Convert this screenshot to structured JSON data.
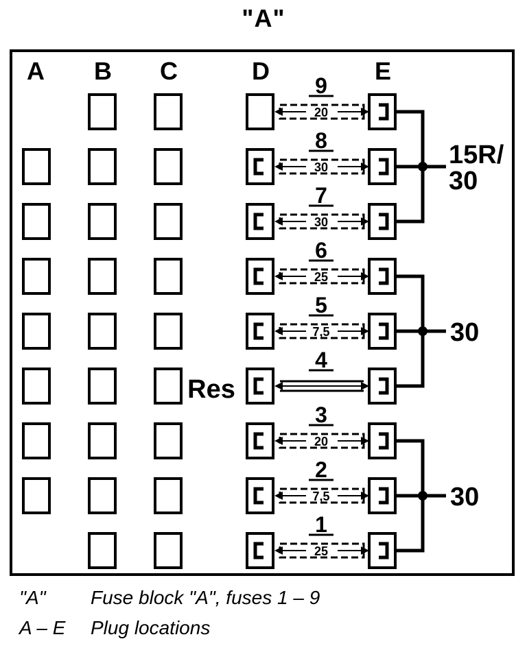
{
  "title": "\"A\"",
  "columns": [
    "A",
    "B",
    "C",
    "D",
    "E"
  ],
  "fuses": [
    {
      "number": "9",
      "rating": "20"
    },
    {
      "number": "8",
      "rating": "30"
    },
    {
      "number": "7",
      "rating": "30"
    },
    {
      "number": "6",
      "rating": "25"
    },
    {
      "number": "5",
      "rating": "7,5"
    },
    {
      "number": "4",
      "rating": ""
    },
    {
      "number": "3",
      "rating": "20"
    },
    {
      "number": "2",
      "rating": "7,5"
    },
    {
      "number": "1",
      "rating": "25"
    }
  ],
  "reserve_label": "Res",
  "supply_labels": {
    "group_top_line1": "15R/",
    "group_top_line2": "30",
    "group_middle": "30",
    "group_bottom": "30"
  },
  "legend": [
    {
      "key": "\"A\"",
      "text": "Fuse block \"A\", fuses 1 – 9"
    },
    {
      "key": "A – E",
      "text": "Plug locations"
    }
  ]
}
